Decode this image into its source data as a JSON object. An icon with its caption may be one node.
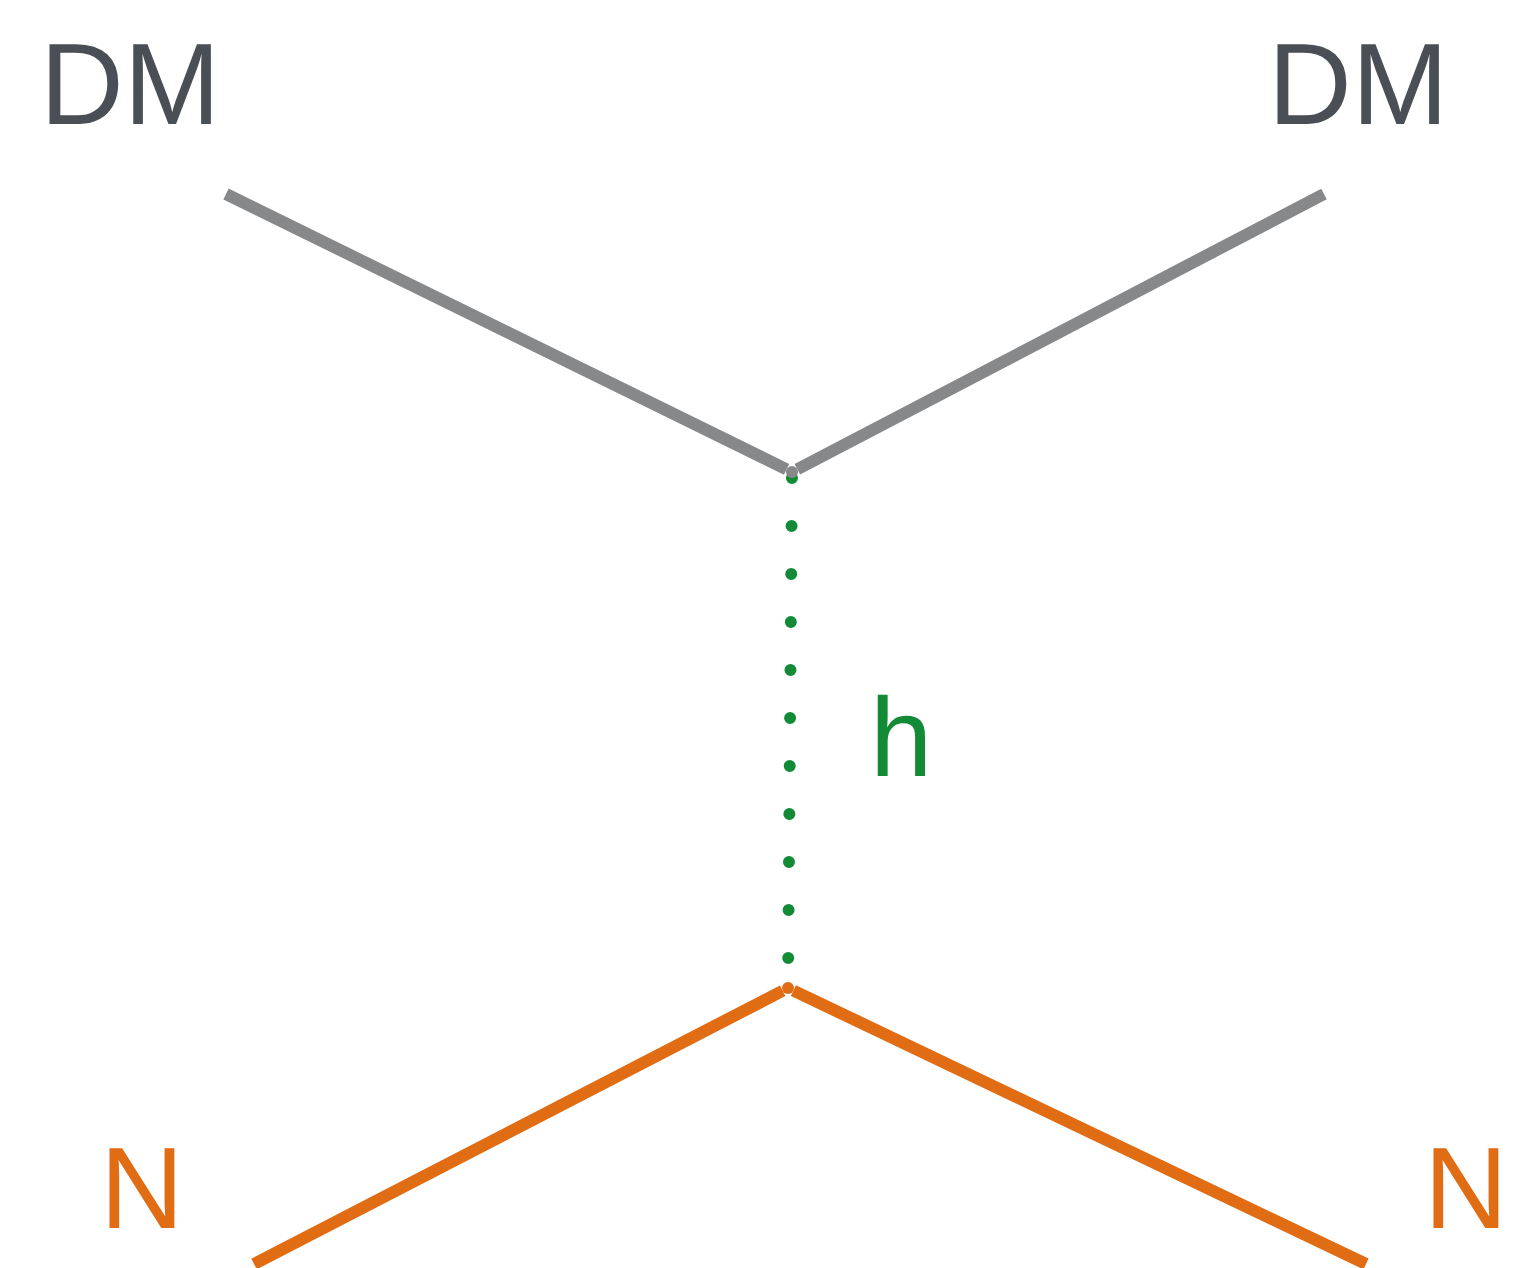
{
  "diagram": {
    "nodes": [
      {
        "text": [
          "DM"
        ]
      },
      {
        "text": [
          "DM"
        ]
      },
      {
        "text": [],
        "shape": "dot"
      },
      {
        "text": [],
        "shape": "dot"
      },
      {
        "text": [
          "N"
        ]
      },
      {
        "text": [
          "N"
        ]
      }
    ],
    "edges": [
      {
        "from": 0,
        "to": 2,
        "arrow": "none",
        "color": "#87888a"
      },
      {
        "from": 1,
        "to": 2,
        "arrow": "none",
        "color": "#87888a"
      },
      {
        "from": 2,
        "to": 3,
        "arrow": "none",
        "style": "dashed",
        "color": "#138a36",
        "label": "h"
      },
      {
        "from": 3,
        "to": 4,
        "arrow": "none",
        "color": "#e06c14"
      },
      {
        "from": 3,
        "to": 5,
        "arrow": "none",
        "color": "#e06c14"
      }
    ]
  }
}
